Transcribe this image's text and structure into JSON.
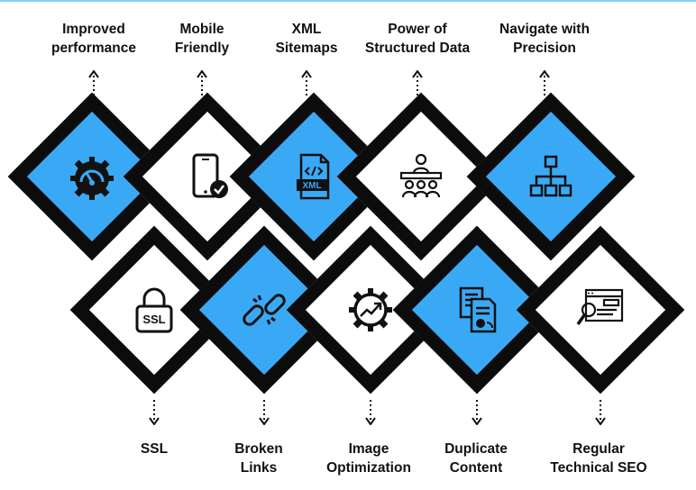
{
  "top_items": [
    {
      "label": "Improved\nperformance",
      "icon": "gear-gauge-icon",
      "color": "blue"
    },
    {
      "label": "Mobile\nFriendly",
      "icon": "smartphone-check-icon",
      "color": "white"
    },
    {
      "label": "XML\nSitemaps",
      "icon": "xml-file-icon",
      "color": "blue"
    },
    {
      "label": "Power of\nStructured Data",
      "icon": "presentation-audience-icon",
      "color": "white"
    },
    {
      "label": "Navigate with\nPrecision",
      "icon": "sitemap-hierarchy-icon",
      "color": "blue"
    }
  ],
  "bottom_items": [
    {
      "label": "SSL",
      "icon": "ssl-padlock-icon",
      "color": "white"
    },
    {
      "label": "Broken\nLinks",
      "icon": "broken-link-icon",
      "color": "blue"
    },
    {
      "label": "Image\nOptimization",
      "icon": "gear-growth-icon",
      "color": "white"
    },
    {
      "label": "Duplicate\nContent",
      "icon": "duplicate-documents-icon",
      "color": "blue"
    },
    {
      "label": "Regular\nTechnical SEO",
      "icon": "browser-magnifier-icon",
      "color": "white"
    }
  ],
  "colors": {
    "blue": "#3aa9f5",
    "border": "#0c0c0c",
    "accent_line": "#7fd0f2"
  }
}
